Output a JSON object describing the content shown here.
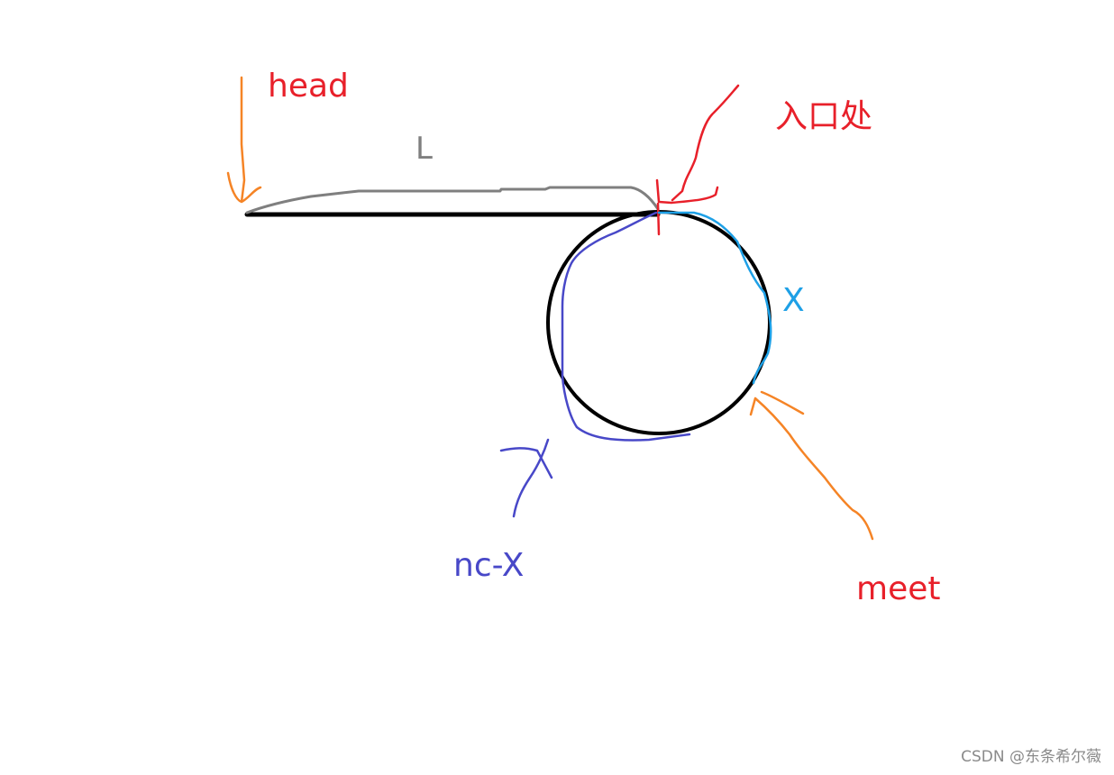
{
  "labels": {
    "head": "head",
    "L": "L",
    "entry": "入口处",
    "X": "X",
    "nc_minus_x": "nc-X",
    "meet": "meet"
  },
  "watermark": "CSDN @东条希尔薇",
  "colors": {
    "red": "#e8202a",
    "gray": "#7f7f7f",
    "blue": "#1ea0e6",
    "indigo": "#4848c8",
    "orange": "#f58426",
    "black": "#000000"
  }
}
